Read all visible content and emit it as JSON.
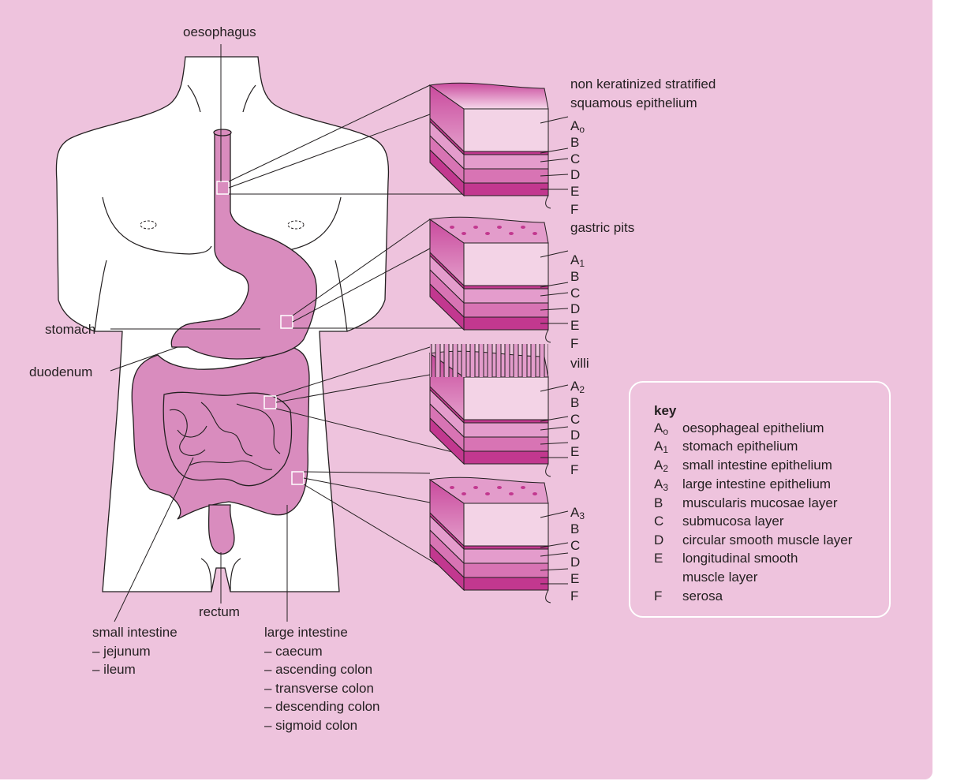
{
  "organ_labels": {
    "oesophagus": "oesophagus",
    "stomach": "stomach",
    "duodenum": "duodenum",
    "rectum": "rectum"
  },
  "small_intestine": {
    "title": "small intestine",
    "parts": [
      "– jejunum",
      "– ileum"
    ]
  },
  "large_intestine": {
    "title": "large intestine",
    "parts": [
      "– caecum",
      "– ascending colon",
      "– transverse colon",
      "– descending colon",
      "– sigmoid colon"
    ]
  },
  "block_labels": {
    "epithelium_oesophagus": "non keratinized stratified",
    "epithelium_oesophagus_line2": "squamous epithelium",
    "gastric_pits": "gastric pits",
    "villi": "villi"
  },
  "layer_letters": {
    "A0": "A",
    "A0_sub": "o",
    "A1": "A",
    "A1_sub": "1",
    "A2": "A",
    "A2_sub": "2",
    "A3": "A",
    "A3_sub": "3",
    "B": "B",
    "C": "C",
    "D": "D",
    "E": "E",
    "F": "F"
  },
  "key": {
    "title": "key",
    "rows": [
      {
        "code": "A",
        "sub": "o",
        "text": "oesophageal epithelium"
      },
      {
        "code": "A",
        "sub": "1",
        "text": "stomach epithelium"
      },
      {
        "code": "A",
        "sub": "2",
        "text": "small intestine epithelium"
      },
      {
        "code": "A",
        "sub": "3",
        "text": "large intestine epithelium"
      },
      {
        "code": "B",
        "sub": "",
        "text": "muscularis mucosae layer"
      },
      {
        "code": "C",
        "sub": "",
        "text": "submucosa layer"
      },
      {
        "code": "D",
        "sub": "",
        "text": "circular smooth muscle layer"
      },
      {
        "code": "E",
        "sub": "",
        "text": "longitudinal smooth"
      },
      {
        "code": "",
        "sub": "",
        "text": "muscle layer"
      },
      {
        "code": "F",
        "sub": "",
        "text": "serosa"
      }
    ]
  },
  "colors": {
    "background": "#eec3dd",
    "organ": "#d98cbe",
    "layer_light": "#e49ccc",
    "layer_mid": "#d874b4",
    "layer_dark": "#c2388f",
    "outline": "#231f20"
  }
}
